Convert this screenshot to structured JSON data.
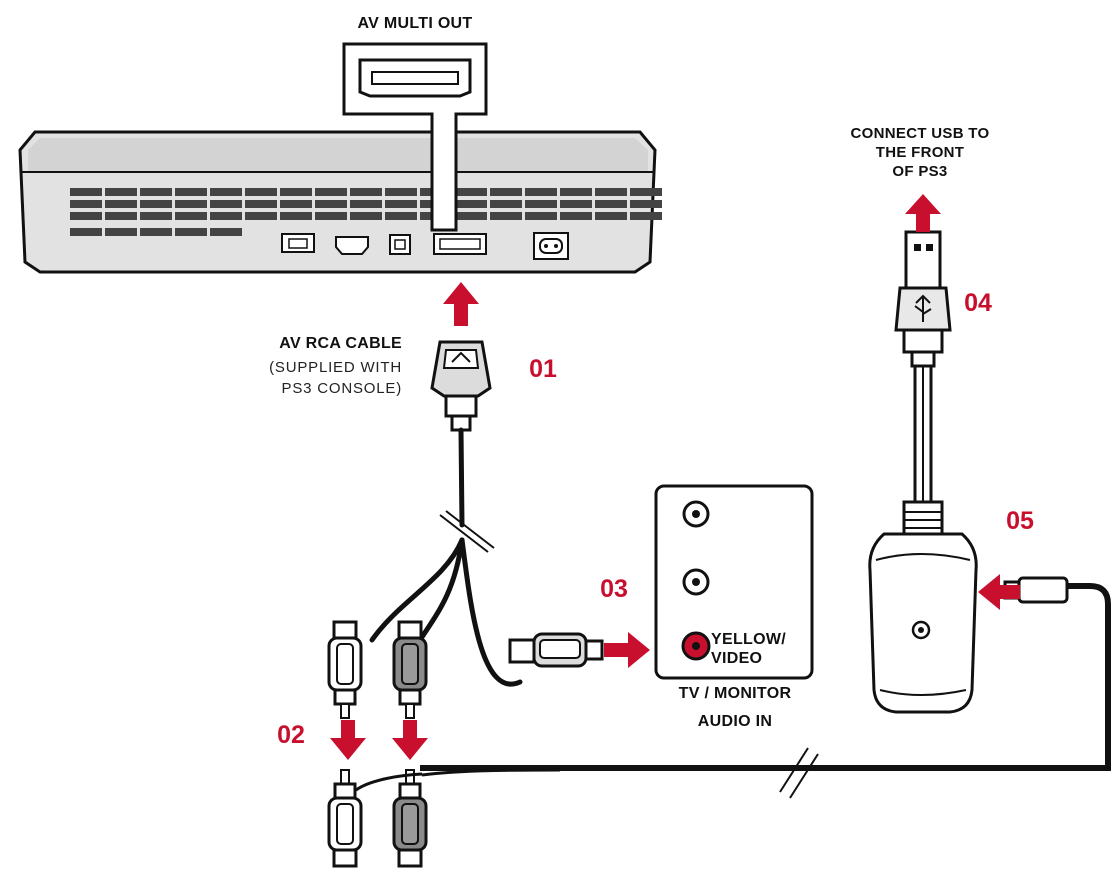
{
  "labels": {
    "av_multi_out": "AV MULTI OUT",
    "connect_usb": [
      "CONNECT USB TO",
      "THE FRONT",
      "OF PS3"
    ],
    "av_rca_cable": "AV RCA CABLE",
    "av_rca_note": [
      "(SUPPLIED WITH",
      "PS3 CONSOLE)"
    ],
    "yellow_video": [
      "YELLOW/",
      "VIDEO"
    ],
    "tv_monitor": "TV / MONITOR",
    "audio_in": "AUDIO IN"
  },
  "steps": [
    "01",
    "02",
    "03",
    "04",
    "05"
  ],
  "colors": {
    "accent": "#c8102e",
    "line": "#111111",
    "console_fill": "#e2e2e2",
    "console_top": "#d3d3d3",
    "plug_dark": "#8a8a8a",
    "plug_light": "#dddddd"
  }
}
